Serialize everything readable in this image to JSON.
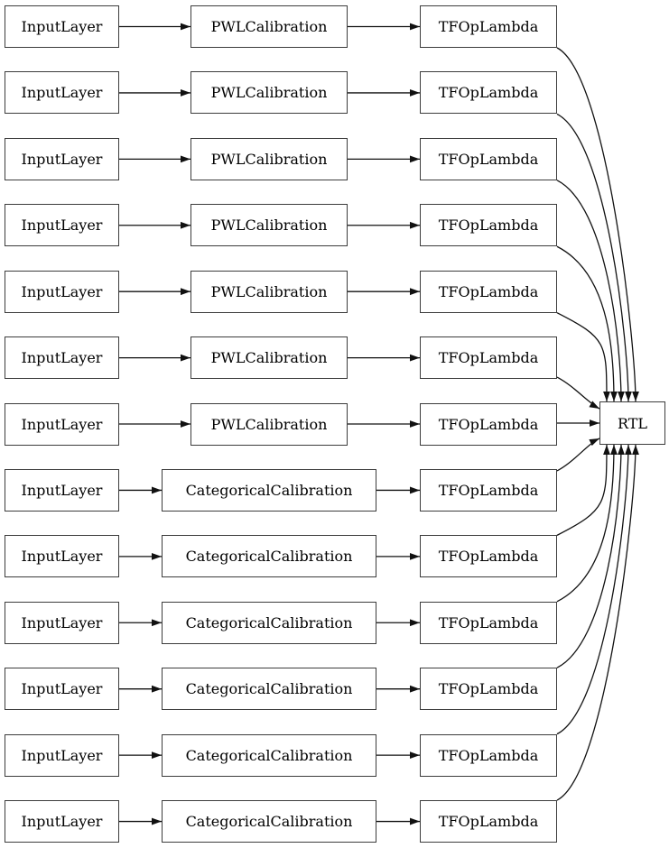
{
  "diagram": {
    "rows": [
      {
        "input": "InputLayer",
        "calibration": "PWLCalibration",
        "lambda": "TFOpLambda"
      },
      {
        "input": "InputLayer",
        "calibration": "PWLCalibration",
        "lambda": "TFOpLambda"
      },
      {
        "input": "InputLayer",
        "calibration": "PWLCalibration",
        "lambda": "TFOpLambda"
      },
      {
        "input": "InputLayer",
        "calibration": "PWLCalibration",
        "lambda": "TFOpLambda"
      },
      {
        "input": "InputLayer",
        "calibration": "PWLCalibration",
        "lambda": "TFOpLambda"
      },
      {
        "input": "InputLayer",
        "calibration": "PWLCalibration",
        "lambda": "TFOpLambda"
      },
      {
        "input": "InputLayer",
        "calibration": "PWLCalibration",
        "lambda": "TFOpLambda"
      },
      {
        "input": "InputLayer",
        "calibration": "CategoricalCalibration",
        "lambda": "TFOpLambda"
      },
      {
        "input": "InputLayer",
        "calibration": "CategoricalCalibration",
        "lambda": "TFOpLambda"
      },
      {
        "input": "InputLayer",
        "calibration": "CategoricalCalibration",
        "lambda": "TFOpLambda"
      },
      {
        "input": "InputLayer",
        "calibration": "CategoricalCalibration",
        "lambda": "TFOpLambda"
      },
      {
        "input": "InputLayer",
        "calibration": "CategoricalCalibration",
        "lambda": "TFOpLambda"
      },
      {
        "input": "InputLayer",
        "calibration": "CategoricalCalibration",
        "lambda": "TFOpLambda"
      }
    ],
    "output_node": {
      "label": "RTL"
    },
    "colors": {
      "background": "#ffffff",
      "node_fill": "#ffffff",
      "node_border": "#3c3c3c",
      "edge": "#111111",
      "text": "#000000"
    }
  }
}
